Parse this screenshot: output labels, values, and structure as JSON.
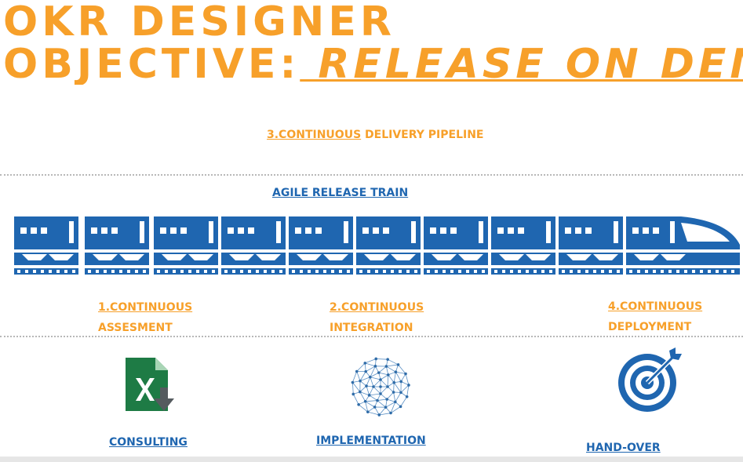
{
  "header": {
    "title_line1": "OKR DESIGNER",
    "objective_prefix": "OBJECTIVE:",
    "objective_value": " RELEASE ON DEMA"
  },
  "pipeline": {
    "prefix": "3.CONTINUOUS",
    "rest": " DELIVERY PIPELINE"
  },
  "train": {
    "label": "AGILE RELEASE TRAIN"
  },
  "stages": [
    {
      "line1": "1.CONTINUOUS",
      "line2": "ASSESMENT",
      "icon": "excel-download-icon",
      "caption": "CONSULTING"
    },
    {
      "line1": "2.CONTINUOUS",
      "line2": "INTEGRATION",
      "icon": "network-globe-icon",
      "caption": "IMPLEMENTATION"
    },
    {
      "line1": "4.CONTINUOUS",
      "line2": "DEPLOYMENT",
      "icon": "target-arrow-icon",
      "caption": "HAND-OVER"
    }
  ],
  "colors": {
    "orange": "#f7a02a",
    "blue": "#1f66b0",
    "excel_green": "#1e7b45"
  }
}
